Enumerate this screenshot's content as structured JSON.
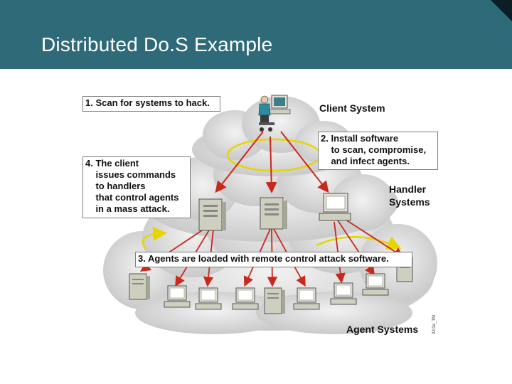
{
  "slide": {
    "title": "Distributed Do.S Example",
    "header_color": "#2f6a78"
  },
  "diagram": {
    "steps": [
      {
        "label": "1. Scan for systems to hack."
      },
      {
        "label": "2. Install software\n    to scan, compromise,\n    and infect agents."
      },
      {
        "label": "3. Agents are loaded with remote control attack software."
      },
      {
        "label": "4. The client\n    issues commands\n    to handlers\n    that control agents\n    in a mass attack."
      }
    ],
    "tiers": {
      "client": "Client System",
      "handler": "Handler\nSystems",
      "agent": "Agent Systems"
    },
    "figure_ref": "22/1e_TM",
    "colors": {
      "cloud": "#d9d9d9",
      "arrow": "#c8281e",
      "loop": "#e8d400"
    },
    "icons": {
      "client": "person-at-computer-icon",
      "handler": "server-tower-icon",
      "agent": "desktop-computer-icon"
    }
  }
}
